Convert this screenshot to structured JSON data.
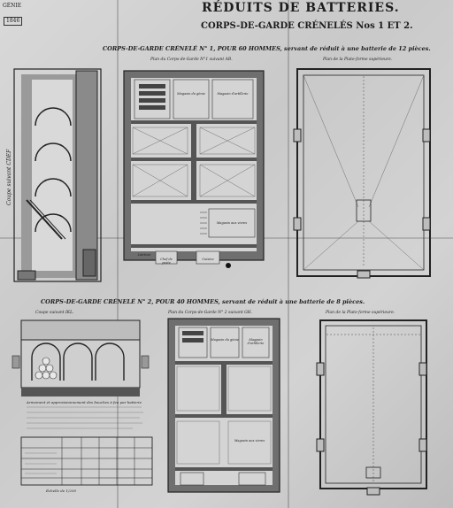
{
  "header": {
    "title": "RÉDUITS DE BATTERIES.",
    "genie": "GÉNIE",
    "year": "1846",
    "subtitle": "CORPS-DE-GARDE CRÉNELÉS Nos 1 ET 2."
  },
  "section1": {
    "heading": "CORPS-DE-GARDE CRÉNELÉ N° 1, POUR 60 HOMMES, servant de réduit à une batterie de 12 pièces.",
    "plan_caption": "Plan du Corps-de-Garde N°1 suivant AB.",
    "platform_caption": "Plan de la Plate-forme supérieure.",
    "cut_caption": "Coupe suivant CDEF",
    "rooms": {
      "magasin_artillerie": "Magasin d'artillerie",
      "magasin_genie": "Magasin du génie",
      "magasin_vivres": "Magasin aux vivres",
      "chef_poste": "Chef de poste",
      "latrines": "Latrines",
      "cuisine": "Cuisine"
    }
  },
  "section2": {
    "heading": "CORPS-DE-GARDE CRÉNELÉ N° 2, POUR 40 HOMMES, servant de réduit à une batterie de 8 pièces.",
    "cut_caption": "Coupe suivant IKL.",
    "plan_caption": "Plan du Corps-de-Garde N° 2 suivant GH.",
    "platform_caption": "Plan de la Plate-forme supérieure.",
    "rooms": {
      "magasin_artillerie": "Magasin d'artillerie",
      "magasin_genie": "Magasin du génie",
      "magasin_vivres": "Magasin aux vivres"
    }
  },
  "table": {
    "heading": "Armement et approvisionnement des bouches à feu par batterie"
  },
  "scale_note": "Échelle de 1/200"
}
